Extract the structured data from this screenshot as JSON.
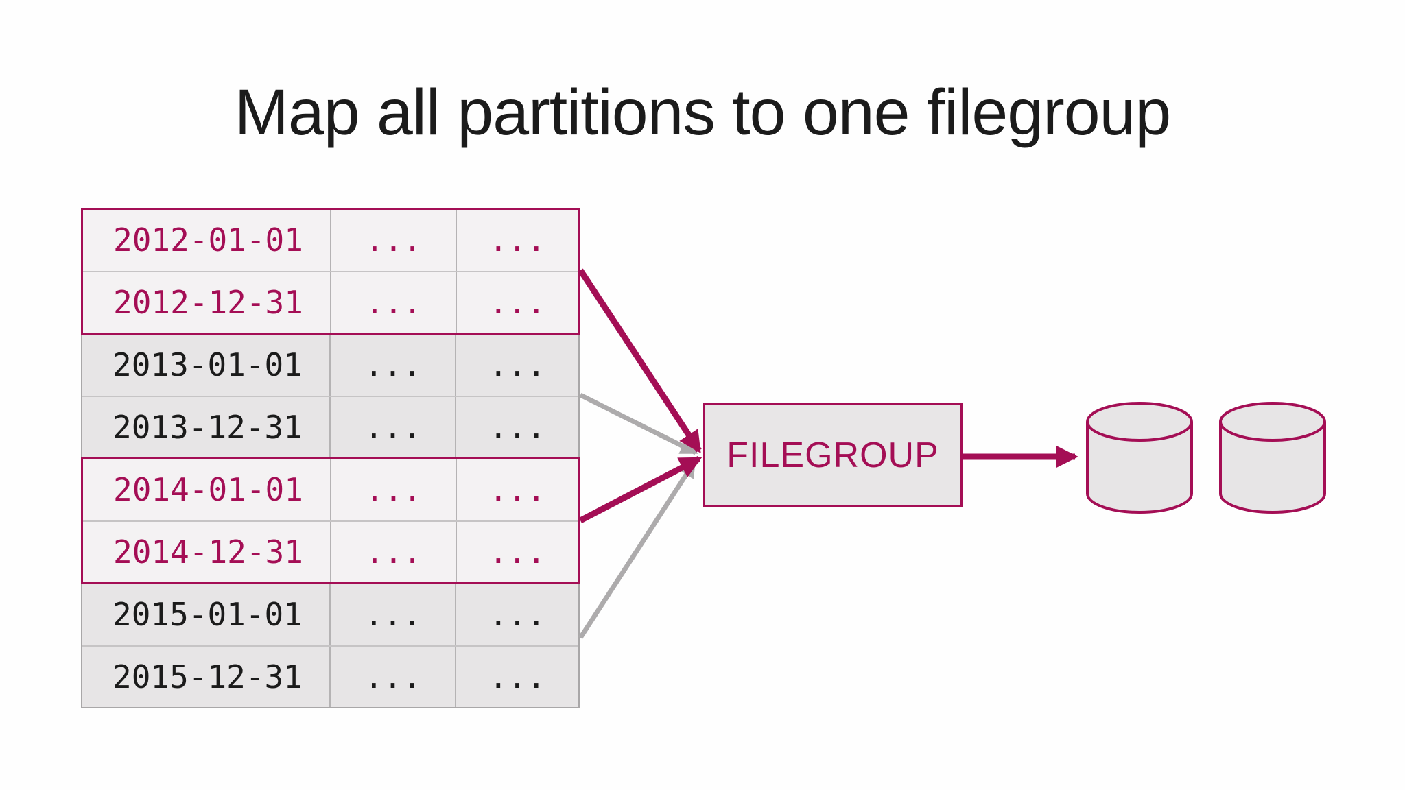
{
  "title": "Map all partitions to one filegroup",
  "colors": {
    "accent": "#A40E55",
    "arrow_gray": "#ADABAC",
    "row_highlight_bg": "#F4F2F3",
    "row_normal_bg": "#E7E5E6",
    "box_bg": "#E8E6E7",
    "text_dark": "#1B1B1B"
  },
  "table": {
    "groups": [
      {
        "name": "partition-2012",
        "highlight": true,
        "rows": [
          {
            "cells": [
              "2012-01-01",
              "...",
              "..."
            ]
          },
          {
            "cells": [
              "2012-12-31",
              "...",
              "..."
            ]
          }
        ]
      },
      {
        "name": "partition-2013",
        "highlight": false,
        "rows": [
          {
            "cells": [
              "2013-01-01",
              "...",
              "..."
            ]
          },
          {
            "cells": [
              "2013-12-31",
              "...",
              "..."
            ]
          }
        ]
      },
      {
        "name": "partition-2014",
        "highlight": true,
        "rows": [
          {
            "cells": [
              "2014-01-01",
              "...",
              "..."
            ]
          },
          {
            "cells": [
              "2014-12-31",
              "...",
              "..."
            ]
          }
        ]
      },
      {
        "name": "partition-2015",
        "highlight": false,
        "rows": [
          {
            "cells": [
              "2015-01-01",
              "...",
              "..."
            ]
          },
          {
            "cells": [
              "2015-12-31",
              "...",
              "..."
            ]
          }
        ]
      }
    ]
  },
  "filegroup": {
    "label": "FILEGROUP"
  },
  "storage": {
    "cylinder_count": 2
  },
  "arrows": [
    {
      "from": "partition-2012",
      "to": "filegroup",
      "style": "accent"
    },
    {
      "from": "partition-2013",
      "to": "filegroup",
      "style": "gray"
    },
    {
      "from": "partition-2014",
      "to": "filegroup",
      "style": "accent"
    },
    {
      "from": "partition-2015",
      "to": "filegroup",
      "style": "gray"
    },
    {
      "from": "filegroup",
      "to": "data-files",
      "style": "accent"
    }
  ]
}
